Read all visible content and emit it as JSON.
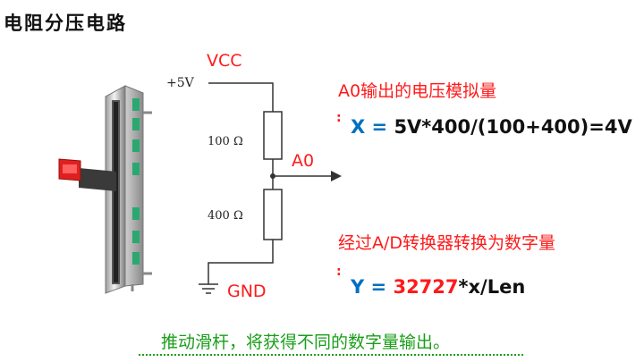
{
  "title": "电阻分压电路",
  "circuit": {
    "vcc_label": "VCC",
    "supply_label": "+5V",
    "r1_label": "100 Ω",
    "r2_label": "400 Ω",
    "output_label": "A0",
    "gnd_label": "GND"
  },
  "explanation": {
    "a0_heading": "A0输出的电压模拟量",
    "formula_x": {
      "var": "X",
      "eq": "=",
      "expr": "5V*400/(100+400)=4V"
    },
    "ad_heading": "经过A/D转换器转换为数字量",
    "formula_y": {
      "var": "Y",
      "eq": "=",
      "num": "32727",
      "rest": "*x/Len"
    },
    "bullet_mark": ":"
  },
  "caption": "推动滑杆，将获得不同的数字量输出。",
  "colors": {
    "red": "#ff1a1a",
    "blue": "#0070c0",
    "green": "#1a9e1a",
    "slider_knob": "#e02020",
    "slider_tabs": "#2aa870"
  },
  "icons": [
    "slide-potentiometer-image",
    "ground-symbol-icon",
    "arrow-right-icon",
    "resistor-symbol-icon"
  ]
}
